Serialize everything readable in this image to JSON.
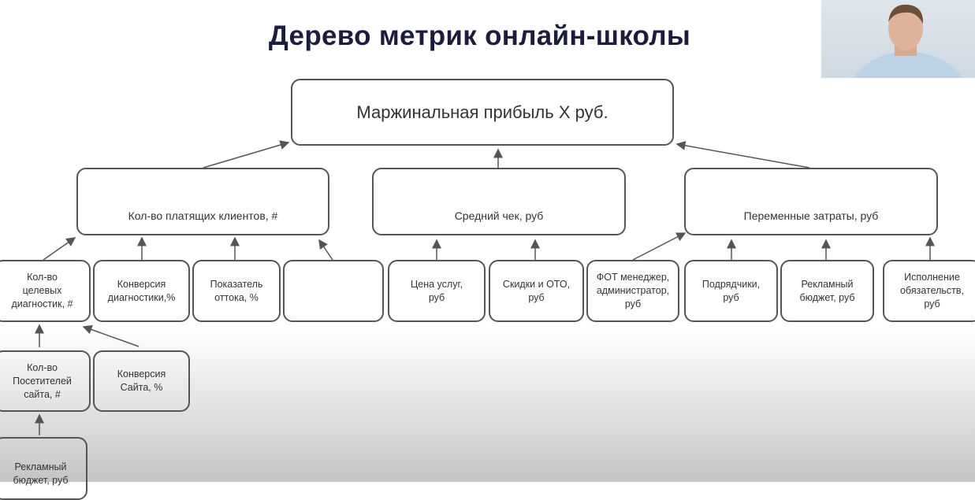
{
  "title": "Дерево метрик онлайн-школы",
  "root": "Маржинальная прибыль X руб.",
  "level2": [
    "Кол-во платящих клиентов, #",
    "Средний чек, руб",
    "Переменные затраты, руб"
  ],
  "level3": [
    "Кол-во\nцелевых\nдиагностик, #",
    "Конверсия\nдиагностики,%",
    "Показатель\nоттока, %",
    "",
    "Цена услуг,\nруб",
    "Скидки и ОТО,\nруб",
    "ФОТ менеджер,\nадминистратор,\nруб",
    "Подрядчики,\nруб",
    "Рекламный\nбюджет, руб",
    "Исполнение\nобязательств,\nруб"
  ],
  "level4": [
    "Кол-во\nПосетителей\nсайта, #",
    "Конверсия\nСайта, %"
  ],
  "level5": [
    "Рекламный\nбюджет, руб"
  ]
}
